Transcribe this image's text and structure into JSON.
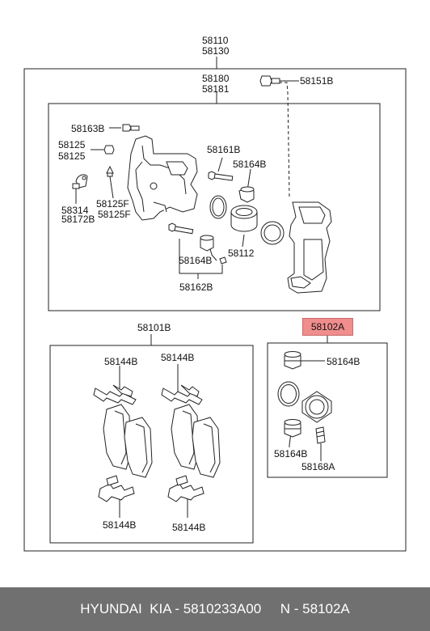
{
  "labels": {
    "assy_a": "58110",
    "assy_b": "58130",
    "caliper_a": "58180",
    "caliper_b": "58181",
    "bolt_58151b": "58151B",
    "bolt_58163b": "58163B",
    "cap_a": "58125",
    "cap_b": "58125",
    "sensor_a": "58314",
    "sensor_b": "58172B",
    "bleeder_a": "58125F",
    "bleeder_b": "58125F",
    "pin_58161b": "58161B",
    "boot_58164b_top": "58164B",
    "piston_58112": "58112",
    "boot_58164b_low": "58164B",
    "pin_58162b": "58162B",
    "pads_58101b": "58101B",
    "shim_tl": "58144B",
    "shim_tr": "58144B",
    "shim_bl": "58144B",
    "shim_br": "58144B",
    "kit_58102a": "58102A",
    "kit_boot_a": "58164B",
    "kit_boot_b": "58164B",
    "kit_cap": "58168A"
  },
  "footer": {
    "text": "HYUNDAI  KIA - 5810233A00     N - 58102A"
  },
  "colors": {
    "highlight": "#f08d8d",
    "footer_bg": "#707070",
    "line": "#222222"
  }
}
